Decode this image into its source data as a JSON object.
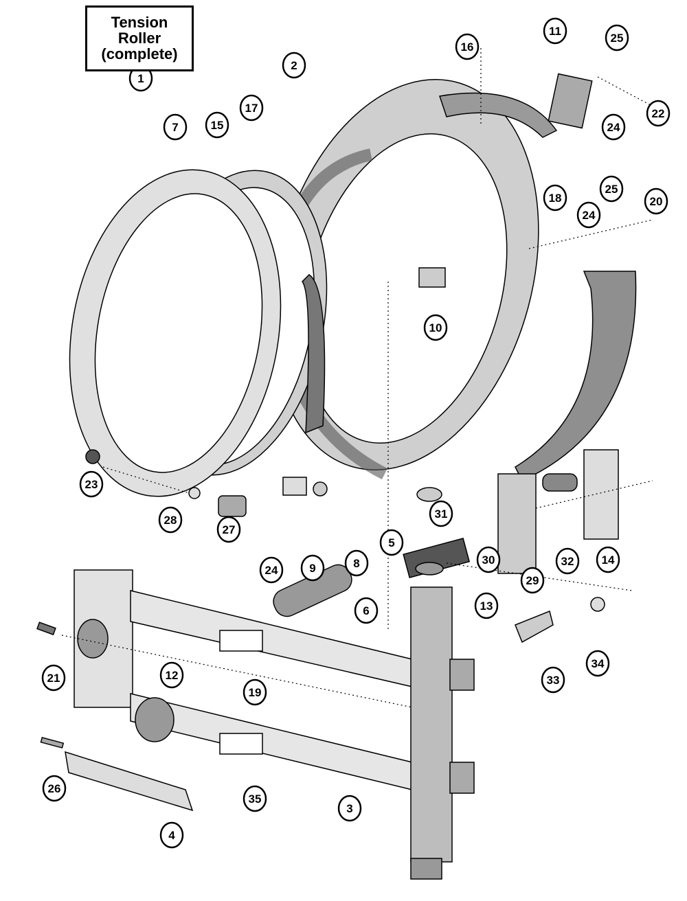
{
  "title": {
    "lines": [
      "Tension",
      "Roller",
      "(complete)"
    ]
  },
  "callouts": [
    "1",
    "2",
    "16",
    "11",
    "25",
    "24",
    "22",
    "7",
    "15",
    "17",
    "18",
    "24",
    "25",
    "20",
    "10",
    "23",
    "28",
    "27",
    "24",
    "9",
    "8",
    "5",
    "31",
    "32",
    "14",
    "30",
    "29",
    "13",
    "6",
    "21",
    "12",
    "19",
    "33",
    "34",
    "26",
    "35",
    "3",
    "4"
  ],
  "colors": {
    "ink": "#000000",
    "part_fill": "#d8d8d8",
    "part_shade": "#8a8a8a"
  }
}
